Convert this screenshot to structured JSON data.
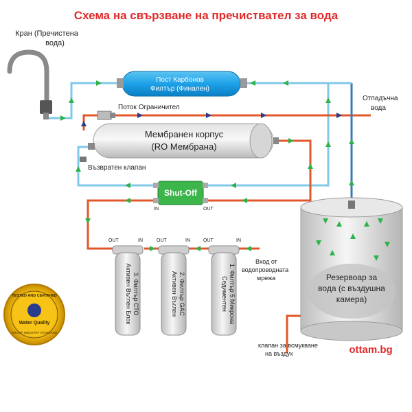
{
  "title": "Схема на свързване на пречиствател за вода",
  "brand": "ottam.bg",
  "labels": {
    "faucet_1": "Кран (Пречистена",
    "faucet_2": "вода)",
    "carbon_1": "Пост Карбонов",
    "carbon_2": "Филтър (Финален)",
    "drain_1": "Отпадъчна",
    "drain_2": "вода",
    "flow_restrictor": "Поток Ограничител",
    "membrane_1": "Мембранен корпус",
    "membrane_2": "(RO Мембрана)",
    "check_valve": "Възвратен клапан",
    "shutoff": "Shut-Off",
    "in": "IN",
    "out": "OUT",
    "filter3_1": "3. Филтър СТО",
    "filter3_2": "Активен Въглен Блок",
    "filter2_1": "2. Филтър GAC",
    "filter2_2": "Активен Въглен",
    "filter1_1": "1. Филтър 5 Микрона",
    "filter1_2": "Седиментен",
    "inlet_1": "Вход от",
    "inlet_2": "водопроводната",
    "inlet_3": "мрежа",
    "tank_1": "Резервоар за",
    "tank_2": "вода (с въздушна",
    "tank_3": "камера)",
    "air_valve_1": "клапан за всмукване",
    "air_valve_2": "на въздух",
    "seal_top": "TESTED AND CERTIFIED",
    "seal_mid": "Water Quality",
    "seal_bottom": "GROUP INDUSTRY STANDARD"
  },
  "colors": {
    "title": "#e02a2a",
    "clean_pipe": "#7fc8e8",
    "waste_pipe": "#e2572a",
    "tank_pipe": "#3a78b6",
    "carbon_filter": "#1da1e8",
    "shutoff": "#3cb54a",
    "arrow_green": "#2db34a",
    "arrow_navy": "#2a3a8c",
    "gold": "#f2b705"
  }
}
